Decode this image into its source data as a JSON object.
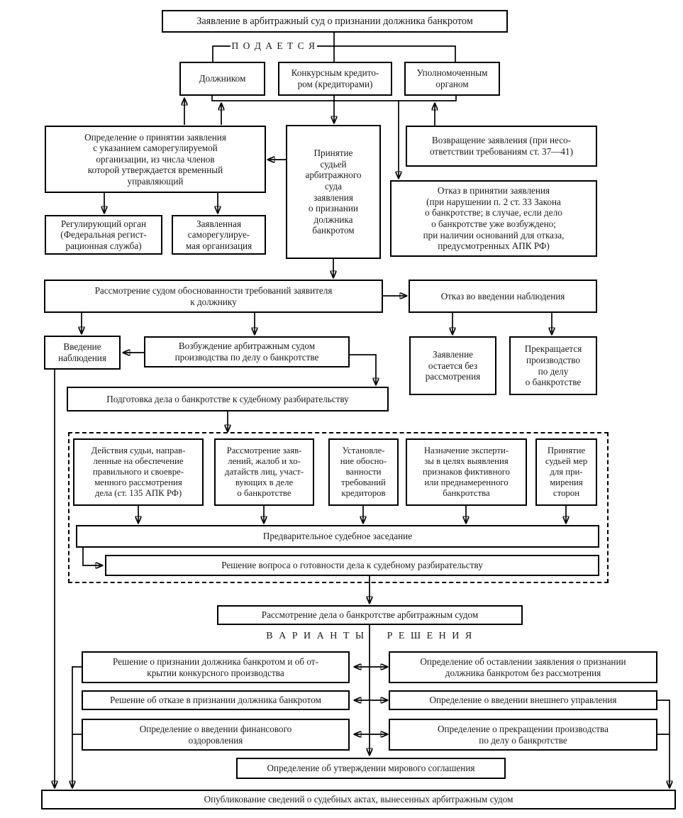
{
  "labels": {
    "podaetsya": "П О Д А Е Т С Я",
    "varianty_left": "В А Р И А Н Т Ы",
    "varianty_right": "Р Е Ш Е Н И Я"
  },
  "nodes": {
    "top": "Заявление в арбитражный суд о признании должника банкротом",
    "dolzhnik": "Должником",
    "konkursny": "Конкурсным кредито-\nром (кредиторами)",
    "upolnomochenny": "Уполномоченным\nорганом",
    "opredelenie": "Определение о принятии заявления\nс указанием саморегулируемой\nорганизации, из числа членов\nкоторой утверждается временный\nуправляющий",
    "prinyatie": "Принятие\nсудьей\nарбитражного\nсуда\nзаявления\nо признании\nдолжника\nбанкротом",
    "vozvrashchenie": "Возвращение заявления (при несо-\nответствии требованиям ст. 37—41)",
    "otkaz_prinyatie": "Отказ в принятии заявления\n(при нарушении п. 2 ст. 33 Закона\nо банкротстве; в случае, если дело\nо банкротстве уже возбуждено;\nпри наличии оснований для отказа,\nпредусмотренных АПК РФ)",
    "reguliruyushchiy": "Регулирующий орган\n(Федеральная регист-\nрационная служба)",
    "zayavlennaya": "Заявленная\nсаморегулируе-\nмая организация",
    "rassmotrenie_sudom": "Рассмотрение судом обоснованности требований заявителя\nк должнику",
    "otkaz_nablyudenie": "Отказ во введении наблюдения",
    "vvedenie": "Введение\nнаблюдения",
    "vozbuzhdenie": "Возбуждение арбитражным судом\nпроизводства по делу о банкротстве",
    "zayavlenie_ostaetsya": "Заявление\nостается без\nрассмотрения",
    "prekrashchaetsya": "Прекращается\nпроизводство\nпо делу\nо банкротстве",
    "podgotovka": "Подготовка дела о банкротстве к судебному разбирательству",
    "d1": "Действия судьи, направ-\nленные на обеспечение\nправильного и своевре-\nменного рассмотрения\nдела (ст. 135 АПК РФ)",
    "d2": "Рассмотрение заяв-\nлений, жалоб и хо-\nдатайств лиц, участ-\nвующих в деле\nо банкротстве",
    "d3": "Установле-\nние обосно-\nванности\nтребований\nкредиторов",
    "d4": "Назначение эксперти-\nзы в целях выявления\nпризнаков фиктивного\nили преднамеренного\nбанкротства",
    "d5": "Принятие\nсудьей мер\nдля при-\nмирения\nсторон",
    "predvaritelnoe": "Предварительное судебное заседание",
    "reshenie_voprosa": "Решение вопроса о готовности дела к судебному разбирательству",
    "rassmotrenie_dela": "Рассмотрение дела о банкротстве арбитражным судом",
    "l1": "Решение о признании должника банкротом и об от-\nкрытии конкурсного производства",
    "l2": "Решение об отказе в признании должника банкротом",
    "l3": "Определение о введении финансового\nоздоровления",
    "r1": "Определение об оставлении заявления о признании\nдолжника банкротом без рассмотрения",
    "r2": "Определение о введении внешнего управления",
    "r3": "Определение о прекращении производства\nпо делу о банкротстве",
    "mirovoe": "Определение об утверждении мирового соглашения",
    "opublikovanie": "Опубликование сведений о судебных актах, вынесенных арбитражным судом"
  }
}
